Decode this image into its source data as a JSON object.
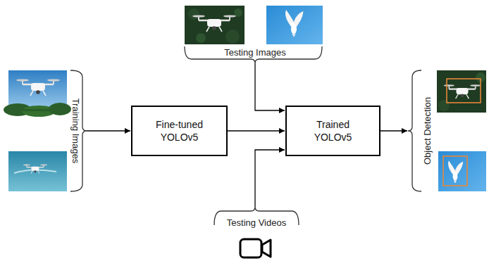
{
  "diagram": {
    "nodes": [
      {
        "text": [
          "Fine-tuned YOLOv5"
        ]
      },
      {
        "text": [
          "Trained YOLOv5"
        ]
      }
    ],
    "edges": [
      {
        "from": 0,
        "to": 1,
        "arrow": "to"
      }
    ],
    "labels": [
      "Testing Images",
      "Training Images",
      "Object Detection",
      "Testing Videos"
    ]
  }
}
